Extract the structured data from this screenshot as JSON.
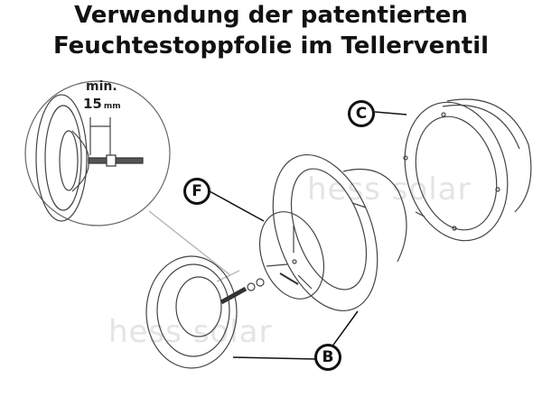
{
  "title": {
    "line1": "Verwendung der patentierten",
    "line2": "Feuchtestoppfolie im Tellerventil"
  },
  "detail_inset": {
    "dimension_label_top": "min.",
    "dimension_value": "15",
    "dimension_unit": "mm"
  },
  "callouts": {
    "c": "C",
    "f": "F",
    "b": "B"
  },
  "watermark": {
    "text1": "hess solar",
    "text2": "hess solar"
  },
  "colors": {
    "line": "#333333",
    "watermark": "#e4e4e4",
    "callout": "#111111"
  }
}
